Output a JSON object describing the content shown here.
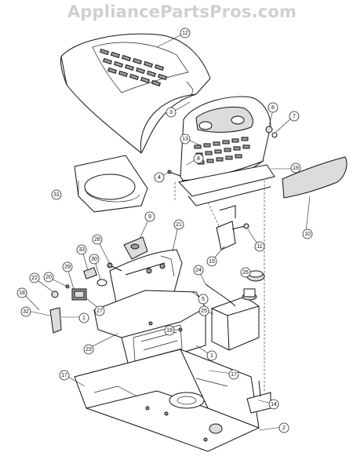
{
  "watermark": "AppliancePartsPros.com",
  "callouts": [
    {
      "id": "c12",
      "label": "12"
    },
    {
      "id": "c3",
      "label": "3"
    },
    {
      "id": "c8a",
      "label": "8"
    },
    {
      "id": "c7",
      "label": "7"
    },
    {
      "id": "c13",
      "label": "13"
    },
    {
      "id": "c8b",
      "label": "8"
    },
    {
      "id": "c19",
      "label": "19"
    },
    {
      "id": "c4",
      "label": "4"
    },
    {
      "id": "c31",
      "label": "31"
    },
    {
      "id": "c10",
      "label": "10"
    },
    {
      "id": "c9",
      "label": "9"
    },
    {
      "id": "c11",
      "label": "11"
    },
    {
      "id": "c21",
      "label": "21"
    },
    {
      "id": "c28",
      "label": "28"
    },
    {
      "id": "c33",
      "label": "33"
    },
    {
      "id": "c30",
      "label": "30"
    },
    {
      "id": "c15",
      "label": "15"
    },
    {
      "id": "c26",
      "label": "26"
    },
    {
      "id": "c24",
      "label": "24"
    },
    {
      "id": "c22",
      "label": "22"
    },
    {
      "id": "c20",
      "label": "20"
    },
    {
      "id": "c29",
      "label": "29"
    },
    {
      "id": "c5",
      "label": "5"
    },
    {
      "id": "c19b",
      "label": "19"
    },
    {
      "id": "c27",
      "label": "27"
    },
    {
      "id": "c25",
      "label": "25"
    },
    {
      "id": "c1a",
      "label": "1"
    },
    {
      "id": "c32",
      "label": "32"
    },
    {
      "id": "c18",
      "label": "18"
    },
    {
      "id": "c23",
      "label": "23"
    },
    {
      "id": "c1b",
      "label": "1"
    },
    {
      "id": "c17a",
      "label": "17"
    },
    {
      "id": "c17b",
      "label": "17"
    },
    {
      "id": "c14",
      "label": "14"
    },
    {
      "id": "c2",
      "label": "2"
    }
  ]
}
